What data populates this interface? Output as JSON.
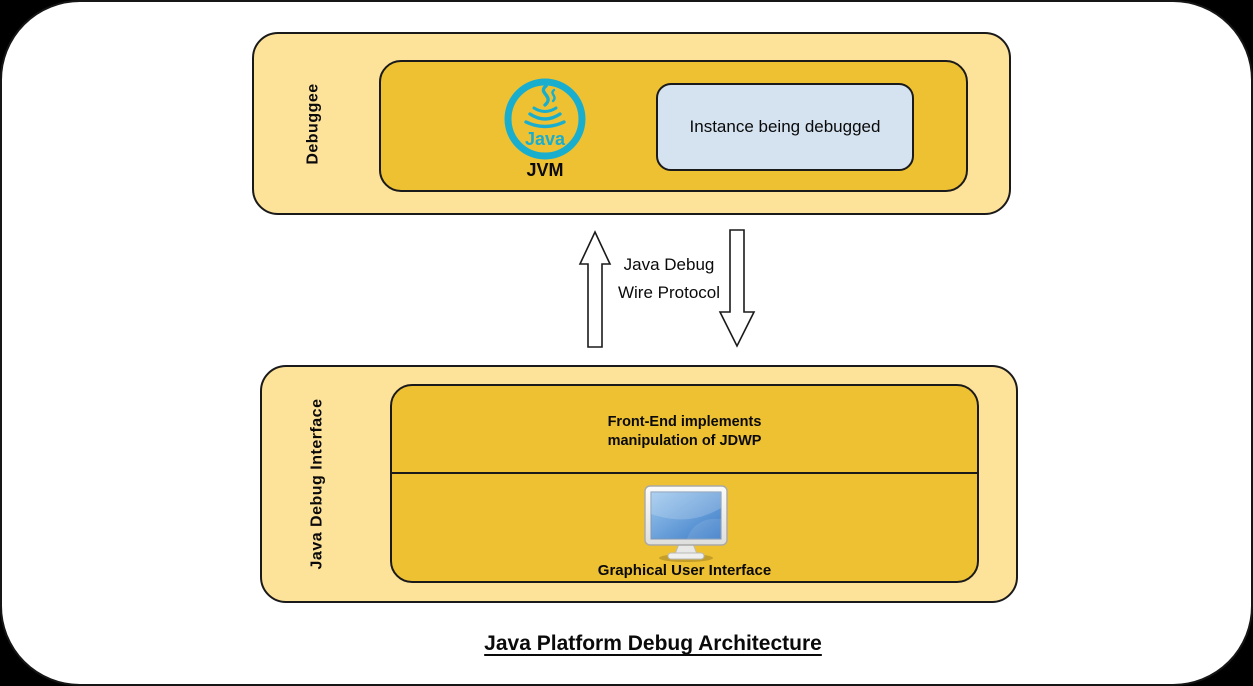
{
  "diagram": {
    "title": "Java Platform Debug Architecture",
    "debuggee": {
      "label": "Debuggee",
      "java_logo_text": "Java",
      "jvm_label": "JVM",
      "instance_label": "Instance being debugged"
    },
    "protocol": {
      "line1": "Java Debug",
      "line2": "Wire Protocol"
    },
    "jdi": {
      "label": "Java Debug Interface",
      "front_end_line1": "Front-End implements",
      "front_end_line2": "manipulation of JDWP",
      "gui_label": "Graphical User Interface"
    },
    "icons": {
      "java_logo": "java-logo-icon",
      "up_arrow": "arrow-up-icon",
      "down_arrow": "arrow-down-icon",
      "monitor": "computer-monitor-icon"
    },
    "colors": {
      "page_corner": "#000000",
      "panel": "#ffffff",
      "outer_box": "#FDE29A",
      "inner_box": "#EEC133",
      "instance_box": "#D5E3F1",
      "java_logo_cyan": "#1AAECE",
      "monitor_screen_top": "#9CC7ED",
      "monitor_screen_bottom": "#3C7CC8",
      "border": "#1a1a1a"
    }
  }
}
